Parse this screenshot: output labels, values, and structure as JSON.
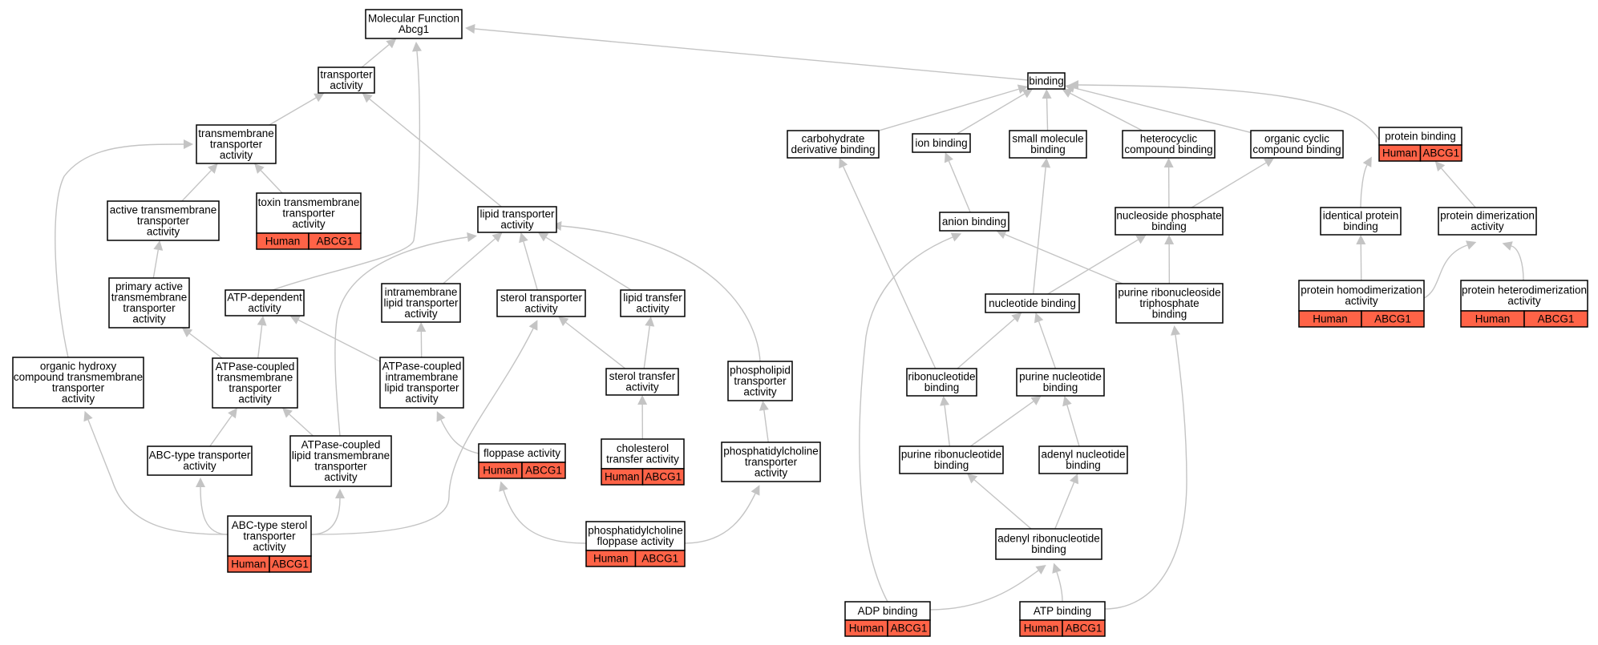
{
  "graph": {
    "annotation_color": "#ff6347",
    "edge_color": "#c4c4c4",
    "nodes": [
      {
        "id": "molecular-function",
        "lines": [
          "Molecular Function",
          "Abcg1"
        ]
      },
      {
        "id": "transporter-activity",
        "lines": [
          "transporter",
          "activity"
        ]
      },
      {
        "id": "transmembrane-transporter-activity",
        "lines": [
          "transmembrane",
          "transporter",
          "activity"
        ]
      },
      {
        "id": "toxin-transmembrane-transporter-activity",
        "lines": [
          "toxin transmembrane",
          "transporter",
          "activity"
        ],
        "annotation": [
          "Human",
          "ABCG1"
        ]
      },
      {
        "id": "active-transmembrane-transporter-activity",
        "lines": [
          "active transmembrane",
          "transporter",
          "activity"
        ]
      },
      {
        "id": "primary-active-transmembrane-transporter-activity",
        "lines": [
          "primary active",
          "transmembrane",
          "transporter",
          "activity"
        ]
      },
      {
        "id": "organic-hydroxy-compound-transmembrane-transporter-activity",
        "lines": [
          "organic hydroxy",
          "compound transmembrane",
          "transporter",
          "activity"
        ]
      },
      {
        "id": "atp-dependent-activity",
        "lines": [
          "ATP-dependent",
          "activity"
        ]
      },
      {
        "id": "atpase-coupled-transmembrane-transporter-activity",
        "lines": [
          "ATPase-coupled",
          "transmembrane",
          "transporter",
          "activity"
        ]
      },
      {
        "id": "abc-type-transporter-activity",
        "lines": [
          "ABC-type transporter",
          "activity"
        ]
      },
      {
        "id": "atpase-coupled-lipid-transmembrane-transporter-activity",
        "lines": [
          "ATPase-coupled",
          "lipid transmembrane",
          "transporter",
          "activity"
        ]
      },
      {
        "id": "abc-type-sterol-transporter-activity",
        "lines": [
          "ABC-type sterol",
          "transporter",
          "activity"
        ],
        "annotation": [
          "Human",
          "ABCG1"
        ]
      },
      {
        "id": "lipid-transporter-activity",
        "lines": [
          "lipid transporter",
          "activity"
        ]
      },
      {
        "id": "intramembrane-lipid-transporter-activity",
        "lines": [
          "intramembrane",
          "lipid transporter",
          "activity"
        ]
      },
      {
        "id": "atpase-coupled-intramembrane-lipid-transporter-activity",
        "lines": [
          "ATPase-coupled",
          "intramembrane",
          "lipid transporter",
          "activity"
        ]
      },
      {
        "id": "floppase-activity",
        "lines": [
          "floppase activity"
        ],
        "annotation": [
          "Human",
          "ABCG1"
        ]
      },
      {
        "id": "sterol-transporter-activity",
        "lines": [
          "sterol transporter",
          "activity"
        ]
      },
      {
        "id": "lipid-transfer-activity",
        "lines": [
          "lipid transfer",
          "activity"
        ]
      },
      {
        "id": "sterol-transfer-activity",
        "lines": [
          "sterol transfer",
          "activity"
        ]
      },
      {
        "id": "cholesterol-transfer-activity",
        "lines": [
          "cholesterol",
          "transfer activity"
        ],
        "annotation": [
          "Human",
          "ABCG1"
        ]
      },
      {
        "id": "phospholipid-transporter-activity",
        "lines": [
          "phospholipid",
          "transporter",
          "activity"
        ]
      },
      {
        "id": "phosphatidylcholine-transporter-activity",
        "lines": [
          "phosphatidylcholine",
          "transporter",
          "activity"
        ]
      },
      {
        "id": "phosphatidylcholine-floppase-activity",
        "lines": [
          "phosphatidylcholine",
          "floppase activity"
        ],
        "annotation": [
          "Human",
          "ABCG1"
        ]
      },
      {
        "id": "binding",
        "lines": [
          "binding"
        ]
      },
      {
        "id": "carbohydrate-derivative-binding",
        "lines": [
          "carbohydrate",
          "derivative binding"
        ]
      },
      {
        "id": "ion-binding",
        "lines": [
          "ion binding"
        ]
      },
      {
        "id": "small-molecule-binding",
        "lines": [
          "small molecule",
          "binding"
        ]
      },
      {
        "id": "heterocyclic-compound-binding",
        "lines": [
          "heterocyclic",
          "compound binding"
        ]
      },
      {
        "id": "organic-cyclic-compound-binding",
        "lines": [
          "organic cyclic",
          "compound binding"
        ]
      },
      {
        "id": "protein-binding",
        "lines": [
          "protein binding"
        ],
        "annotation": [
          "Human",
          "ABCG1"
        ]
      },
      {
        "id": "anion-binding",
        "lines": [
          "anion binding"
        ]
      },
      {
        "id": "nucleoside-phosphate-binding",
        "lines": [
          "nucleoside phosphate",
          "binding"
        ]
      },
      {
        "id": "identical-protein-binding",
        "lines": [
          "identical protein",
          "binding"
        ]
      },
      {
        "id": "protein-dimerization-activity",
        "lines": [
          "protein dimerization",
          "activity"
        ]
      },
      {
        "id": "nucleotide-binding",
        "lines": [
          "nucleotide binding"
        ]
      },
      {
        "id": "purine-ribonucleoside-triphosphate-binding",
        "lines": [
          "purine ribonucleoside",
          "triphosphate",
          "binding"
        ]
      },
      {
        "id": "protein-homodimerization-activity",
        "lines": [
          "protein homodimerization",
          "activity"
        ],
        "annotation": [
          "Human",
          "ABCG1"
        ]
      },
      {
        "id": "protein-heterodimerization-activity",
        "lines": [
          "protein heterodimerization",
          "activity"
        ],
        "annotation": [
          "Human",
          "ABCG1"
        ]
      },
      {
        "id": "ribonucleotide-binding",
        "lines": [
          "ribonucleotide",
          "binding"
        ]
      },
      {
        "id": "purine-nucleotide-binding",
        "lines": [
          "purine nucleotide",
          "binding"
        ]
      },
      {
        "id": "purine-ribonucleotide-binding",
        "lines": [
          "purine ribonucleotide",
          "binding"
        ]
      },
      {
        "id": "adenyl-nucleotide-binding",
        "lines": [
          "adenyl nucleotide",
          "binding"
        ]
      },
      {
        "id": "adenyl-ribonucleotide-binding",
        "lines": [
          "adenyl ribonucleotide",
          "binding"
        ]
      },
      {
        "id": "adp-binding",
        "lines": [
          "ADP binding"
        ],
        "annotation": [
          "Human",
          "ABCG1"
        ]
      },
      {
        "id": "atp-binding",
        "lines": [
          "ATP binding"
        ],
        "annotation": [
          "Human",
          "ABCG1"
        ]
      }
    ],
    "edges": [
      {
        "from": "transporter-activity",
        "to": "molecular-function"
      },
      {
        "from": "binding",
        "to": "molecular-function"
      },
      {
        "from": "atp-dependent-activity",
        "to": "molecular-function"
      },
      {
        "from": "transmembrane-transporter-activity",
        "to": "transporter-activity"
      },
      {
        "from": "lipid-transporter-activity",
        "to": "transporter-activity"
      },
      {
        "from": "active-transmembrane-transporter-activity",
        "to": "transmembrane-transporter-activity"
      },
      {
        "from": "toxin-transmembrane-transporter-activity",
        "to": "transmembrane-transporter-activity"
      },
      {
        "from": "organic-hydroxy-compound-transmembrane-transporter-activity",
        "to": "transmembrane-transporter-activity"
      },
      {
        "from": "primary-active-transmembrane-transporter-activity",
        "to": "active-transmembrane-transporter-activity"
      },
      {
        "from": "atpase-coupled-transmembrane-transporter-activity",
        "to": "primary-active-transmembrane-transporter-activity"
      },
      {
        "from": "atpase-coupled-transmembrane-transporter-activity",
        "to": "atp-dependent-activity"
      },
      {
        "from": "atpase-coupled-intramembrane-lipid-transporter-activity",
        "to": "atp-dependent-activity"
      },
      {
        "from": "abc-type-transporter-activity",
        "to": "atpase-coupled-transmembrane-transporter-activity"
      },
      {
        "from": "atpase-coupled-lipid-transmembrane-transporter-activity",
        "to": "atpase-coupled-transmembrane-transporter-activity"
      },
      {
        "from": "atpase-coupled-lipid-transmembrane-transporter-activity",
        "to": "lipid-transporter-activity"
      },
      {
        "from": "abc-type-sterol-transporter-activity",
        "to": "abc-type-transporter-activity"
      },
      {
        "from": "abc-type-sterol-transporter-activity",
        "to": "atpase-coupled-lipid-transmembrane-transporter-activity"
      },
      {
        "from": "abc-type-sterol-transporter-activity",
        "to": "organic-hydroxy-compound-transmembrane-transporter-activity"
      },
      {
        "from": "abc-type-sterol-transporter-activity",
        "to": "sterol-transporter-activity"
      },
      {
        "from": "intramembrane-lipid-transporter-activity",
        "to": "lipid-transporter-activity"
      },
      {
        "from": "sterol-transporter-activity",
        "to": "lipid-transporter-activity"
      },
      {
        "from": "lipid-transfer-activity",
        "to": "lipid-transporter-activity"
      },
      {
        "from": "phospholipid-transporter-activity",
        "to": "lipid-transporter-activity"
      },
      {
        "from": "atpase-coupled-intramembrane-lipid-transporter-activity",
        "to": "intramembrane-lipid-transporter-activity"
      },
      {
        "from": "floppase-activity",
        "to": "atpase-coupled-intramembrane-lipid-transporter-activity"
      },
      {
        "from": "sterol-transfer-activity",
        "to": "sterol-transporter-activity"
      },
      {
        "from": "sterol-transfer-activity",
        "to": "lipid-transfer-activity"
      },
      {
        "from": "cholesterol-transfer-activity",
        "to": "sterol-transfer-activity"
      },
      {
        "from": "phosphatidylcholine-transporter-activity",
        "to": "phospholipid-transporter-activity"
      },
      {
        "from": "phosphatidylcholine-floppase-activity",
        "to": "floppase-activity"
      },
      {
        "from": "phosphatidylcholine-floppase-activity",
        "to": "phosphatidylcholine-transporter-activity"
      },
      {
        "from": "carbohydrate-derivative-binding",
        "to": "binding"
      },
      {
        "from": "ion-binding",
        "to": "binding"
      },
      {
        "from": "small-molecule-binding",
        "to": "binding"
      },
      {
        "from": "heterocyclic-compound-binding",
        "to": "binding"
      },
      {
        "from": "organic-cyclic-compound-binding",
        "to": "binding"
      },
      {
        "from": "protein-binding",
        "to": "binding"
      },
      {
        "from": "anion-binding",
        "to": "ion-binding"
      },
      {
        "from": "nucleoside-phosphate-binding",
        "to": "heterocyclic-compound-binding"
      },
      {
        "from": "nucleoside-phosphate-binding",
        "to": "organic-cyclic-compound-binding"
      },
      {
        "from": "identical-protein-binding",
        "to": "protein-binding"
      },
      {
        "from": "protein-dimerization-activity",
        "to": "protein-binding"
      },
      {
        "from": "nucleotide-binding",
        "to": "nucleoside-phosphate-binding"
      },
      {
        "from": "nucleotide-binding",
        "to": "small-molecule-binding"
      },
      {
        "from": "purine-ribonucleoside-triphosphate-binding",
        "to": "nucleoside-phosphate-binding"
      },
      {
        "from": "purine-ribonucleoside-triphosphate-binding",
        "to": "anion-binding"
      },
      {
        "from": "protein-homodimerization-activity",
        "to": "identical-protein-binding"
      },
      {
        "from": "protein-homodimerization-activity",
        "to": "protein-dimerization-activity"
      },
      {
        "from": "protein-heterodimerization-activity",
        "to": "protein-dimerization-activity"
      },
      {
        "from": "ribonucleotide-binding",
        "to": "nucleotide-binding"
      },
      {
        "from": "ribonucleotide-binding",
        "to": "carbohydrate-derivative-binding"
      },
      {
        "from": "purine-nucleotide-binding",
        "to": "nucleotide-binding"
      },
      {
        "from": "purine-ribonucleotide-binding",
        "to": "ribonucleotide-binding"
      },
      {
        "from": "purine-ribonucleotide-binding",
        "to": "purine-nucleotide-binding"
      },
      {
        "from": "adenyl-nucleotide-binding",
        "to": "purine-nucleotide-binding"
      },
      {
        "from": "adenyl-ribonucleotide-binding",
        "to": "purine-ribonucleotide-binding"
      },
      {
        "from": "adenyl-ribonucleotide-binding",
        "to": "adenyl-nucleotide-binding"
      },
      {
        "from": "adp-binding",
        "to": "adenyl-ribonucleotide-binding"
      },
      {
        "from": "adp-binding",
        "to": "anion-binding"
      },
      {
        "from": "atp-binding",
        "to": "adenyl-ribonucleotide-binding"
      },
      {
        "from": "atp-binding",
        "to": "purine-ribonucleoside-triphosphate-binding"
      }
    ]
  }
}
